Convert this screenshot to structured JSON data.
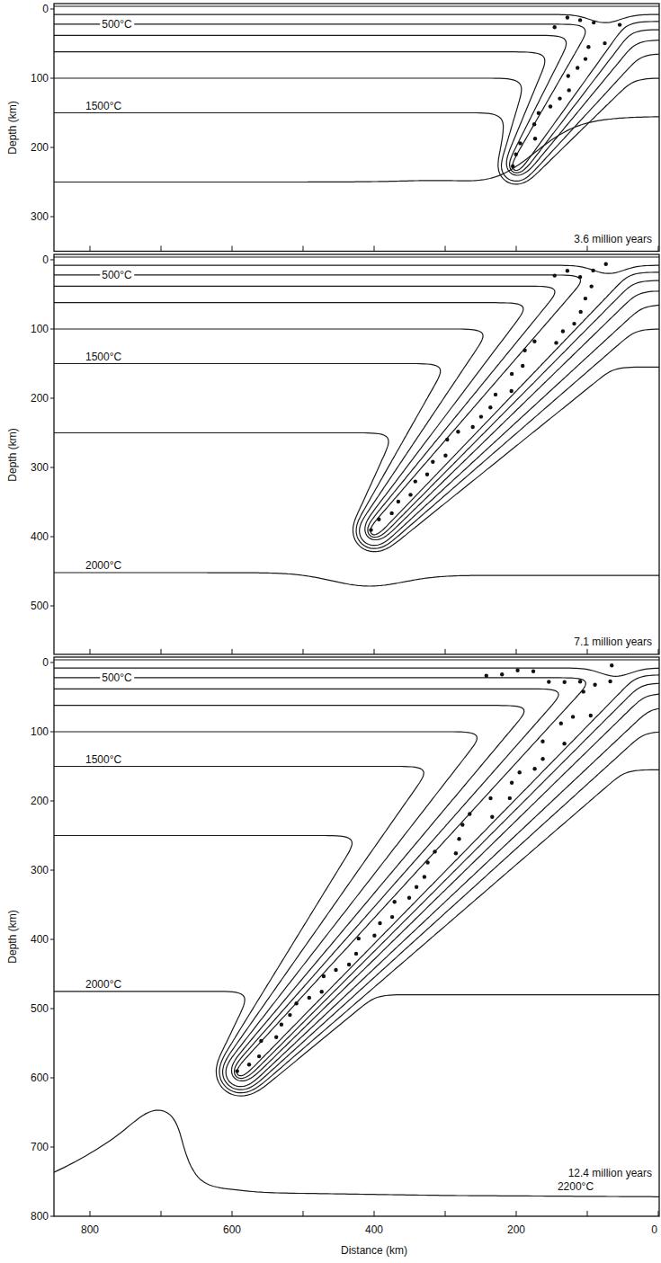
{
  "diagram": {
    "labels": [
      "0",
      "100",
      "200",
      "300",
      "Depth (km)",
      "500°C",
      "1500°C",
      "3.6 million years",
      "0",
      "100",
      "200",
      "300",
      "400",
      "500",
      "Depth (km)",
      "500°C",
      "1500°C",
      "2000°C",
      "7.1 million years",
      "0",
      "100",
      "200",
      "300",
      "400",
      "500",
      "600",
      "700",
      "800",
      "Depth (km)",
      "500°C",
      "1500°C",
      "2000°C",
      "2200°C",
      "12.4 million years",
      "800",
      "600",
      "400",
      "200",
      "0",
      "Distance (km)"
    ]
  }
}
